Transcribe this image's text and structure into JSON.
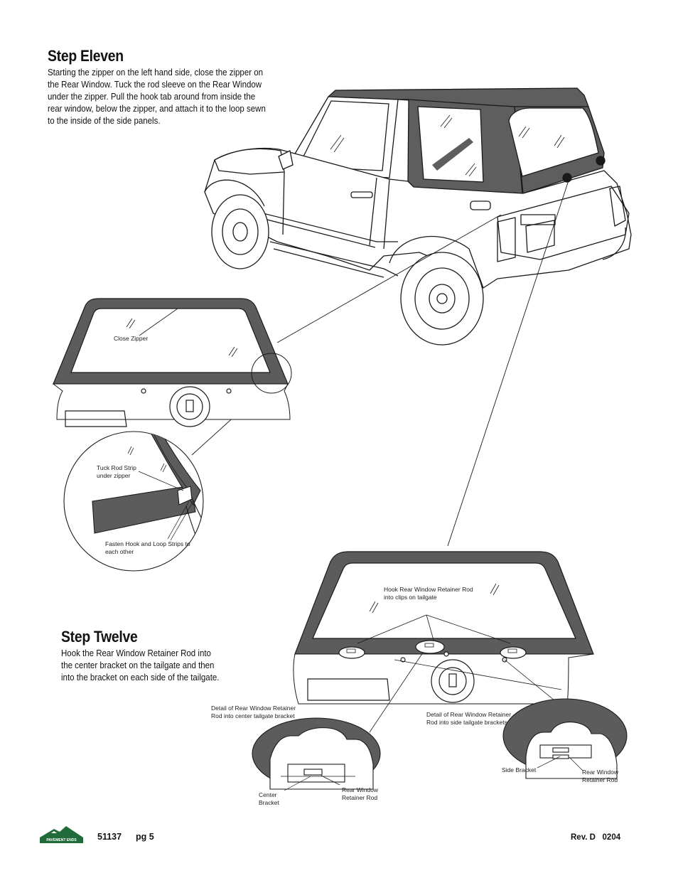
{
  "step_eleven": {
    "title": "Step Eleven",
    "lines": [
      "Starting the zipper on the left hand side, close the zipper on",
      "the Rear Window. Tuck the rod sleeve on the Rear Window",
      "under the zipper.  Pull the hook tab around from inside the",
      "rear window, below the zipper, and attach it to the loop sewn",
      "to the inside of the side panels."
    ]
  },
  "step_twelve": {
    "title": "Step Twelve",
    "lines": [
      "Hook the Rear Window Retainer Rod into",
      "the center bracket on the tailgate and then",
      "into the bracket on each side of the tailgate."
    ]
  },
  "labels": {
    "close_zipper": "Close Zipper",
    "tuck_rod_1": "Tuck Rod Strip",
    "tuck_rod_2": "under zipper",
    "fasten_1": "Fasten Hook and Loop Strips to",
    "fasten_2": "each other",
    "hook_rod_1": "Hook Rear Window Retainer Rod",
    "hook_rod_2": "into clips on tailgate",
    "detail_center_1": "Detail of Rear Window Retainer",
    "detail_center_2": "Rod into center tailgate bracket",
    "detail_side_1": "Detail of Rear Window Retainer",
    "detail_side_2": "Rod into side tailgate brackets",
    "center_bracket_1": "Center",
    "center_bracket_2": "Bracket",
    "retainer_rod_c1": "Rear Window",
    "retainer_rod_c2": "Retainer Rod",
    "side_bracket": "Side Bracket",
    "retainer_rod_s1": "Rear Window",
    "retainer_rod_s2": "Retainer Rod"
  },
  "footer": {
    "logo_text": "PAVEMENT ENDS",
    "part_number": "51137",
    "page": "pg 5",
    "revision": "Rev. D   0204"
  },
  "colors": {
    "fabric": "#5c5c5c",
    "line": "#1a1a1a",
    "logo_green": "#1f6b3a"
  }
}
